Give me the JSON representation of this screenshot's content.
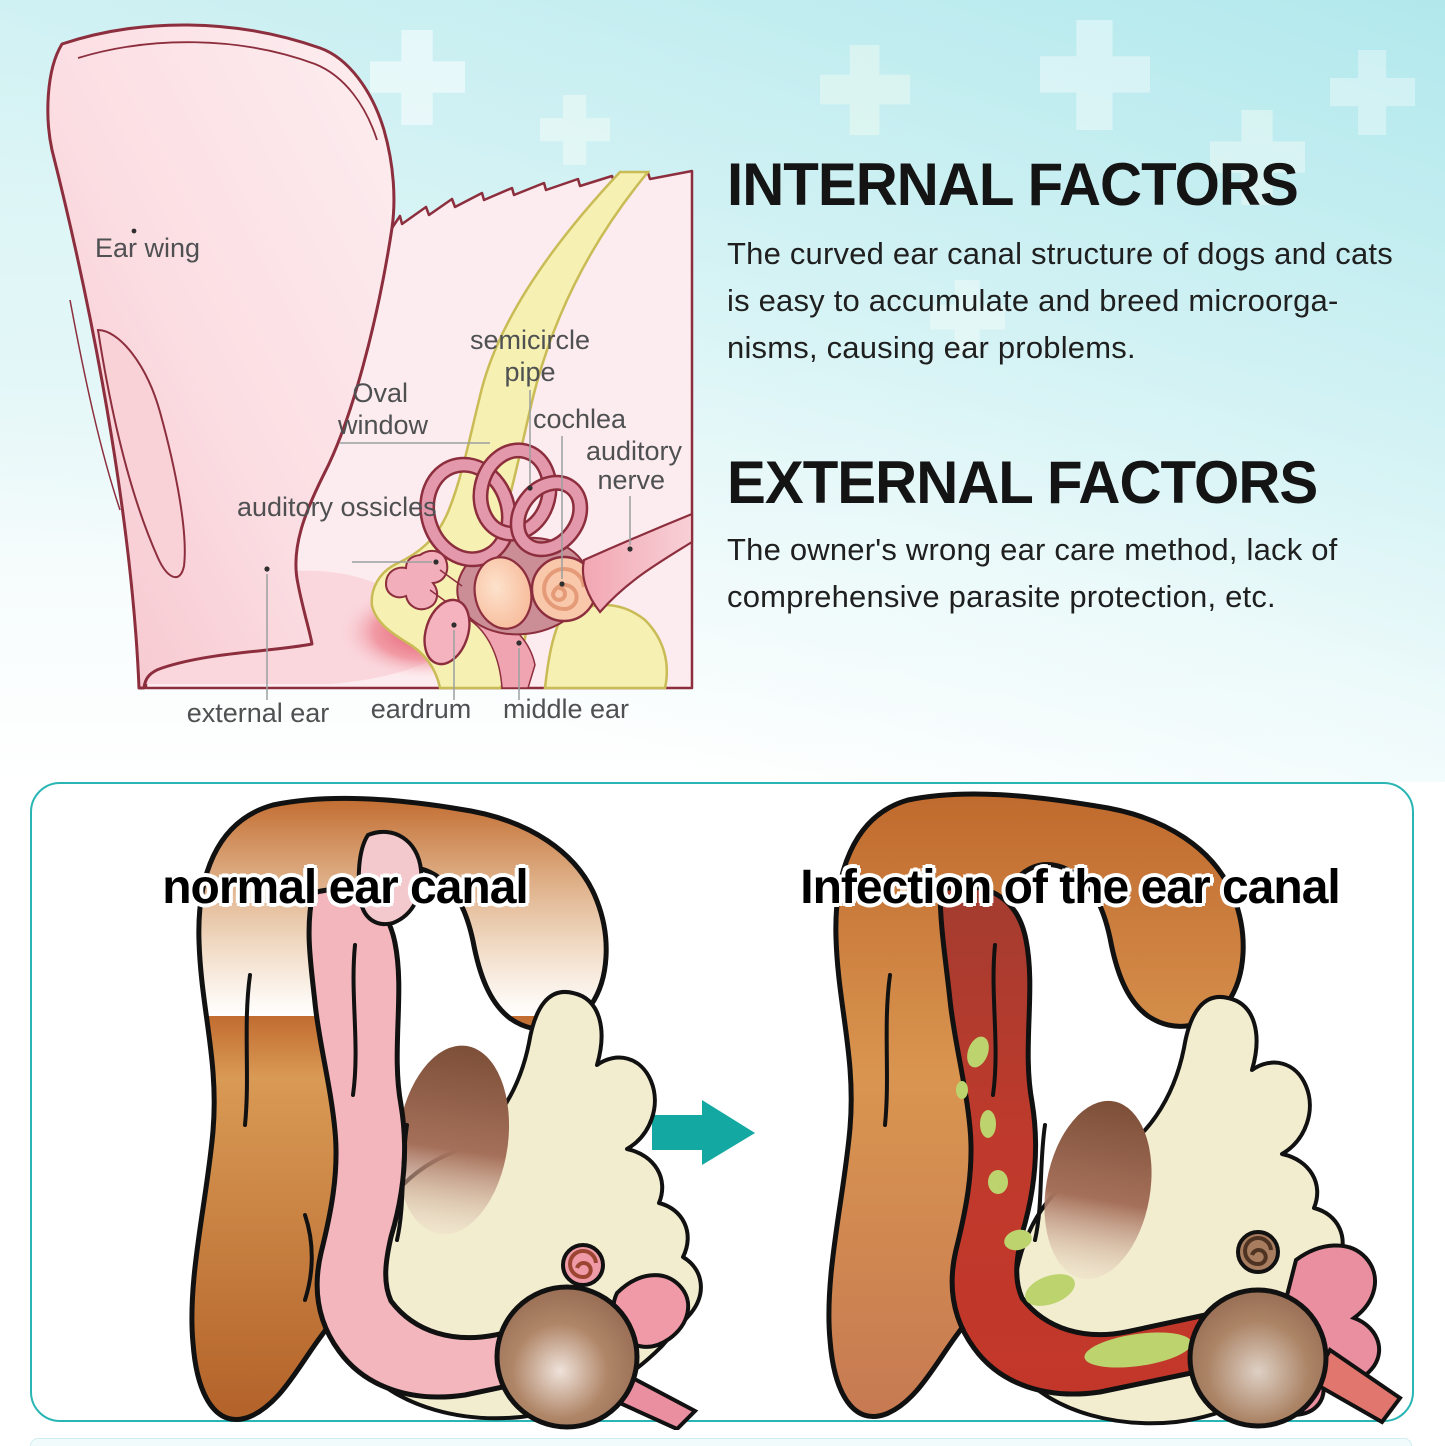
{
  "anatomy": {
    "labels": {
      "ear_wing": "Ear wing",
      "semicircle_line1": "semicircle",
      "semicircle_line2": "pipe",
      "oval_line1": "Oval",
      "oval_line2": "window",
      "cochlea": "cochlea",
      "auditory_line1": "auditory",
      "auditory_line2": "nerve",
      "ossicles": "auditory ossicles",
      "external_ear": "external ear",
      "eardrum": "eardrum",
      "middle_ear": "middle ear"
    }
  },
  "factors": {
    "internal": {
      "heading": "INTERNAL FACTORS",
      "body": "The curved ear canal structure of dogs and cats\nis easy to accumulate and breed microorga-\nnisms, causing ear problems."
    },
    "external": {
      "heading": "EXTERNAL FACTORS",
      "body": "The owner's wrong ear care method, lack of\ncomprehensive parasite protection, etc."
    }
  },
  "comparison": {
    "left_caption": "normal ear canal",
    "right_caption": "Infection of the ear canal",
    "arrow_icon": "right-arrow-icon"
  },
  "colors": {
    "background_teal": "#cdeff1",
    "panel_border": "#2ab5b5",
    "arrow_teal": "#13a8a1",
    "diagram_outline": "#8c2e3d",
    "diagram_pink": "#fdecef",
    "bone_yellow": "#f6f0b2",
    "infection_red": "#c2372a",
    "pus_green": "#bcd36e"
  }
}
